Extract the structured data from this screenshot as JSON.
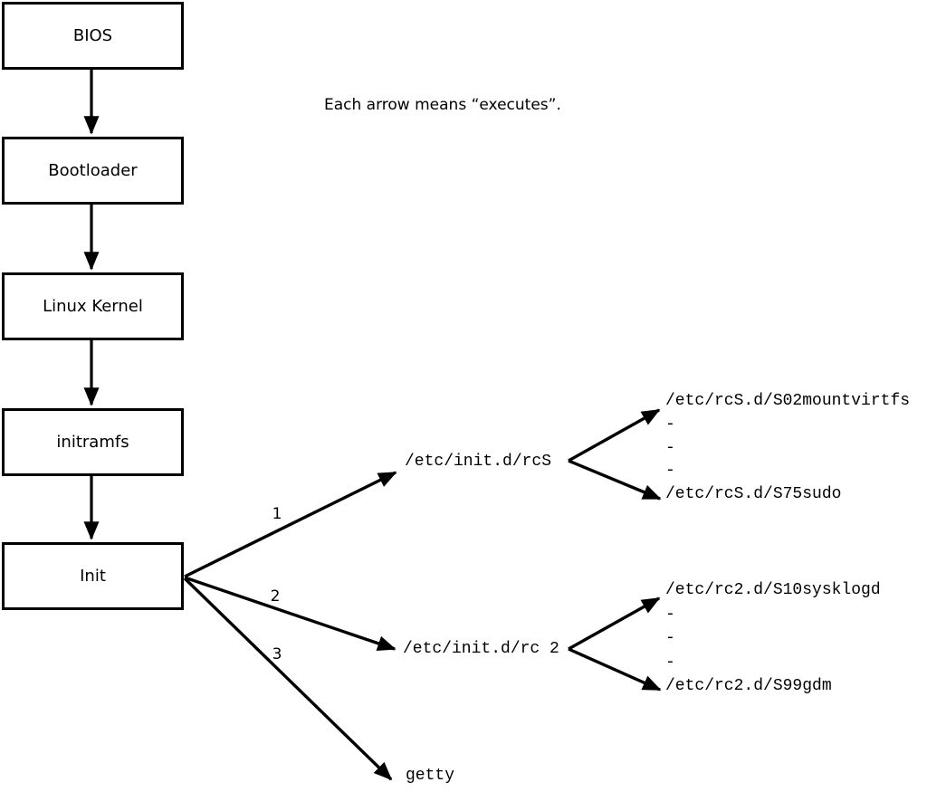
{
  "note": "Each arrow means “executes”.",
  "chain": {
    "bios": "BIOS",
    "bootloader": "Bootloader",
    "kernel": "Linux Kernel",
    "initramfs": "initramfs",
    "init": "Init"
  },
  "edge_numbers": {
    "first": "1",
    "second": "2",
    "third": "3"
  },
  "branches": {
    "rcS": {
      "label": "/etc/init.d/rcS",
      "children": [
        "/etc/rcS.d/S02mountvirtfs",
        "-",
        "-",
        "-",
        "/etc/rcS.d/S75sudo"
      ]
    },
    "rc2": {
      "label": "/etc/init.d/rc 2",
      "children": [
        "/etc/rc2.d/S10sysklogd",
        "-",
        "-",
        "-",
        "/etc/rc2.d/S99gdm"
      ]
    },
    "getty": {
      "label": "getty"
    }
  },
  "colors": {
    "line": "#000000",
    "background": "#ffffff"
  }
}
